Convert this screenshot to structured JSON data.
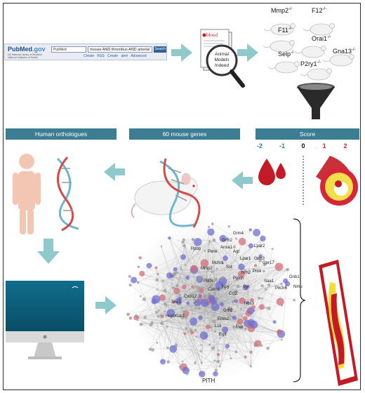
{
  "pubmed": {
    "logo": "PubMed",
    "logo_suffix": ".gov",
    "nlm_line1": "US National Library of Medicine",
    "nlm_line2": "National Institutes of Health",
    "database": "PubMed",
    "query": "mouse AND thrombus AND arterial",
    "search_button": "Search",
    "links": [
      "Create RSS",
      "Create alert",
      "Advanced"
    ]
  },
  "journal": {
    "logo": "blood",
    "magnifier_text": [
      "Animal",
      "Models",
      "Indeed"
    ]
  },
  "genes": [
    {
      "name": "Mmp2",
      "sup": "-/-"
    },
    {
      "name": "F12",
      "sup": "-/-"
    },
    {
      "name": "F11",
      "sup": "-/-"
    },
    {
      "name": "Orai1",
      "sup": "-/-"
    },
    {
      "name": "Gna13",
      "sup": "-/-"
    },
    {
      "name": "Selp",
      "sup": "-/-"
    },
    {
      "name": "P2ry1",
      "sup": "-/-"
    }
  ],
  "labels": {
    "human": "Human orthologues",
    "mouse": "60 mouse genes",
    "score": "Score",
    "pith": "PITH"
  },
  "score_values": [
    "-2",
    "-1",
    "0",
    "1",
    "2"
  ],
  "colors": {
    "teal": "#3d7d93",
    "arrow": "#8fc9cc",
    "blue_score": "#2d7fb8",
    "red_score": "#c8263a",
    "blood": "#c41a25",
    "plaque": "#f4e24b"
  },
  "network_labels": [
    "Grm4",
    "Grm2",
    "Ppbp",
    "Penk",
    "Anxa1",
    "Agt",
    "Gpr17",
    "Grm3",
    "Lpar1",
    "Gnb1",
    "Lpar2",
    "Mchr1",
    "Prok",
    "Hrh2",
    "Pmch",
    "Saa1",
    "Nmu",
    "Pik3r6",
    "Sst",
    "Pik3c",
    "Calm1",
    "Shc1",
    "Cxcl12",
    "Npy",
    "Ccl2",
    "Grb2",
    "Erbb2",
    "Hsp90ab1",
    "Lck",
    "Egfr",
    "Met",
    "Mmp2",
    "Syk",
    "Nos3"
  ]
}
